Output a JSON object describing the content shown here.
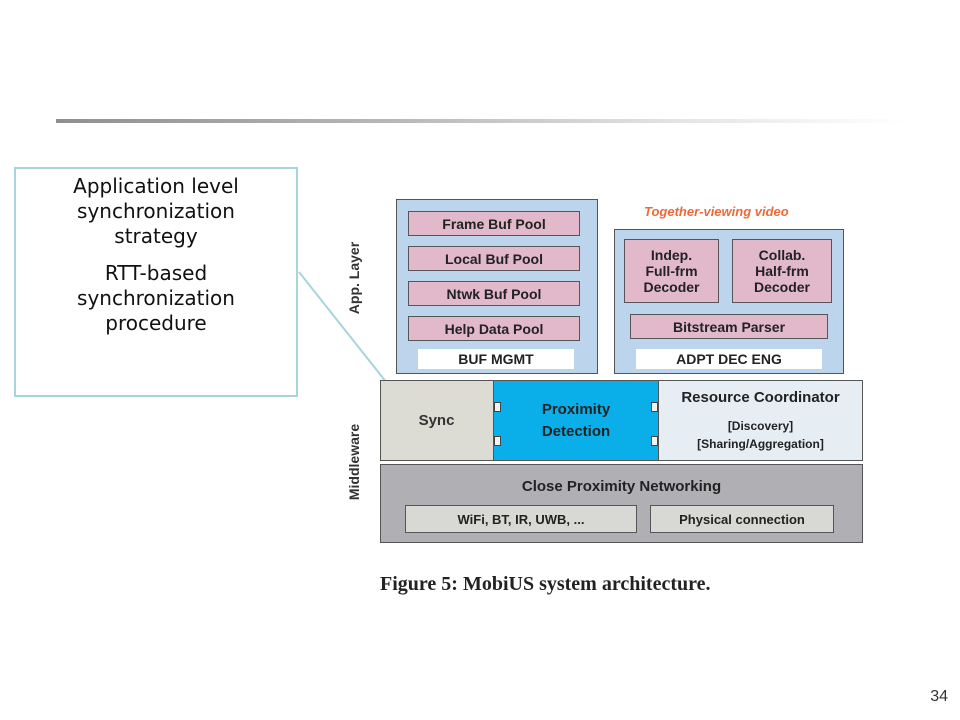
{
  "callout": {
    "line1": "Application level",
    "line2": "synchronization",
    "line3": "strategy",
    "line4": "RTT-based",
    "line5": "synchronization",
    "line6": "procedure"
  },
  "page_number": "34",
  "diagram": {
    "side_labels": {
      "app_layer": "App. Layer",
      "middleware": "Middleware"
    },
    "buf_mgmt": {
      "items": [
        "Frame Buf Pool",
        "Local Buf Pool",
        "Ntwk Buf Pool",
        "Help Data Pool"
      ],
      "label": "BUF MGMT"
    },
    "together_viewing": "Together-viewing video",
    "adpt_dec_eng": {
      "decoder_left": [
        "Indep.",
        "Full-frm",
        "Decoder"
      ],
      "decoder_right": [
        "Collab.",
        "Half-frm",
        "Decoder"
      ],
      "parser": "Bitstream Parser",
      "label": "ADPT DEC ENG"
    },
    "middleware": {
      "sync": "Sync",
      "proximity": [
        "Proximity",
        "Detection"
      ],
      "resource_title": "Resource Coordinator",
      "resource_sub1": "[Discovery]",
      "resource_sub2": "[Sharing/Aggregation]"
    },
    "networking": {
      "title": "Close Proximity Networking",
      "left": "WiFi, BT, IR, UWB, ...",
      "right": "Physical connection"
    },
    "caption": "Figure 5:  MobiUS system architecture."
  },
  "colors": {
    "app_panel": "#bcd4ec",
    "pink_box": "#e2b8cb",
    "proximity": "#0aaee8",
    "together_text": "#ec6a3a",
    "callout_border": "#a6d5de"
  }
}
